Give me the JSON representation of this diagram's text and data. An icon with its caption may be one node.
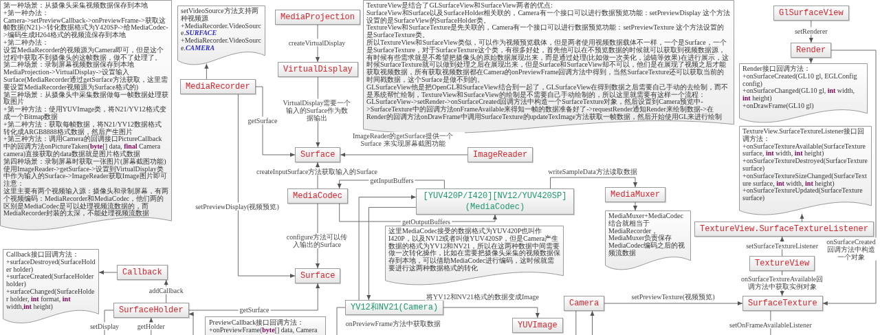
{
  "diagram": {
    "nodes": [
      {
        "text": [
          "第一种场景：从摄像头采集视频数据保存到本地",
          "+第一种办法：",
          "Camera->setPreviewCallback->onPreviewFrame->获取这帧数据(N21)->转化数据格式为Y420SP->给MediaCodec->编码生成H264格式的视频流保存到本地",
          "+第二种办法：",
          "设置MediaRecorder的视频源为Camera即可，但是这个过程中获取不到摄像头的这帧数据，做不了处理了。",
          "第二种场景：录制屏幕视频数据保存到本地",
          "MediaProjection->VirtualDisplay->设置输入Surface(MediaRecorder通过getSurface方法获取，这里需要设置MediaRecorder视频源为Surface格式的)",
          "第三种场景：从摄像头中采集数据做每一帧数据处理获取图片",
          "+第一种方法：使用YUVImage类，将N21/YV12格式变成一个Bitmap数据",
          "+第二种方法：获取每帧数据，将N21/YV12数据格式转化成ARGB8888格式数据，然后产生图片",
          "+第三种方法：调用Camera的回调接口PictureCallback中的回调方法onPictureTaken(**byte**[] data, **final** Camera camera)直接获取的data数据就是图片格式数据",
          "第四种场景：录制屏幕时获取一张图片(屏幕截图功能)",
          "使用ImageReader->getSurface->设置到VirtualDisplay类中作为输入的Surface->ImageReader获取Image图片即可",
          "注意：",
          "这里主要有两个视频输入源：摄像头和录制屏幕，有两个视频编码：MediaRecorder和MediaCodec，他们两的区别是MediaCodec是可以处理视频流数据的，而MediaRecorder封装的太深，不能处理视频流数据"
        ]
      },
      {
        "text": [
          "setVideoSource方法支持两种视频源",
          "+MediaRecorder.VideoSource.*SURFACE*",
          "+MediaRecorder.VideoSource.*CAMERA*"
        ]
      },
      {
        "text": [
          "MediaProjection"
        ]
      },
      {
        "text": [
          "MediaRecorder"
        ]
      },
      {
        "text": [
          "VirtualDisplay"
        ]
      },
      {
        "text": [
          "Surface"
        ]
      },
      {
        "text": [
          "ImageReader"
        ]
      },
      {
        "text": [
          "TextureView是结合了GLSurfaceView和SurfaceView两者的优点:",
          "SurfaceView和Surface以及SurfaceHolder相关联的，Camera有一个接口可以进行数据预览功能：setPreviewDisplay 这个方法设置的是SurfaceView的SurfaceHolder类。",
          "TextureView和SurfaceTexture是先关联的，Camera有一个接口可以进行数据预览功能：setPreviewTexture 这个方法设置的是SurfaceTexture类。",
          "所以TextureView和SurfaceView类似，可以作为视频预览载体，但是两者使用视频数据载体不一样，一个是Surface，一个是SurfaceTexture，对于SurfaceTexture这个类，有很多好处，首先他可以在不预览数据的时候就可以获取到视频数据源，有时候有些需求就是不希望把摄像头的原始数据展现出来，而是通过处理(比如做一次美化，滤镜等效果)在进行展示，这时候SurfaceTexture就可以做到处理之后在展现出来，但是Surface和SurfaceView却不可以，他们是在展现了视频之后才能获取视频数据，所有获取视频数据都在Camera的onPreviewFrame回调方法中得到，当然SurfaceTexture还可以获取当前的时间戳数据，这个Surface是做不到的。",
          "GLSurfaceView他是把OpenGL和SurfaceView结合到一起了，GLSurfaceView在得到数据之后需要自己手动的去绘制，而不是系统帮忙绘制，TextureView和SurfaceView的绘制是不需要自己手动绘制的，所以这里就需要有这样一个流程：",
          "GLSurfaceView->setRender->onSurfaceCreated回调方法中构造一个SurfaceTexture对象，然后设置到Camera预览中->SurfaceTexture中的回调方法onFrameAvailable来得知一帧的数据准备好了->requestRender通知Render来绘制数据->在Render的回调方法onDrawFrame中调用SurfaceTexture的updateTexImage方法获取一帧数据，然后开始使用GL来进行绘制"
        ]
      },
      {
        "text": [
          "GlSurfaceView"
        ]
      },
      {
        "text": [
          "Render"
        ]
      },
      {
        "text": [
          "Render接口回调方法：",
          "+onSurfaceCreated(GL10 gl, EGLConfig config)",
          "+onSurfaceChanged(GL10 gl, **int** width, **int** height)",
          "+onDrawFrame(GL10 gl)"
        ]
      },
      {
        "text": [
          "TextureView.SurfaceTextureListener接口回调方法：",
          "+onSurfaceTextureAvailable(SurfaceTexture surface, **int** width, **int** height)",
          "+onSurfaceTextureDestroyed(SurfaceTexture surface)",
          "+onSurfaceTextureSizeChanged(SurfaceTexture surface, **int** width, **int** height)",
          "+onSurfaceTextureUpdated(SurfaceTexture surface)"
        ]
      },
      {
        "text": [
          "MediaCodec"
        ]
      },
      {
        "text": [
          "[YUV420P/I420][NV12/YUV420SP] (MediaCodec)"
        ]
      },
      {
        "text": [
          "MediaMuxer"
        ]
      },
      {
        "text": [
          "MediaMuxer+MediaCodec结合就相当于MediaRecorder，MediaMuxer负责保存MediaCodec编码之后的视频流数据"
        ]
      },
      {
        "text": [
          "TextureView.SurfaceTextureListener"
        ]
      },
      {
        "text": [
          "TextureView"
        ]
      },
      {
        "text": [
          "这里MediaCodec接受的数据格式为YUV420P也叫作I420P，以及NV12或者叫做YUV420SP，但是Camera产生数据的格式为YV12和NV21，所以在这两种数据中间需要做一次转化操作，比如在需要把摄像头采集的视频数据保存到本地，可以借助MediaCodec进行编码，这时候就需要进行这两种数据格式的转化"
        ]
      },
      {
        "text": [
          "Callback接口回调方法：",
          "+surfaceDestroyed(SurfaceHolder holder)",
          "+surfaceCreated(SurfaceHolder holder)",
          "+surfaceChanged(SurfaceHolder holder, **int** format, **int** width,**int** height)"
        ]
      },
      {
        "text": [
          "Callback"
        ]
      },
      {
        "text": [
          "Surface"
        ]
      },
      {
        "text": [
          "SurfaceTexture"
        ]
      },
      {
        "text": [
          "SurfaceHolder"
        ]
      },
      {
        "text": [
          "YV12和NV21(Camera)"
        ]
      },
      {
        "text": [
          "Camera"
        ]
      },
      {
        "text": [
          "YUVImage"
        ]
      },
      {
        "text": [
          "PreviewCallback接口回调方法：",
          "+onPreviewFrame(**byte**[] data, Camera"
        ]
      }
    ],
    "edges": [
      {
        "from": 3,
        "to": 1,
        "arrow": "to"
      },
      {
        "from": 2,
        "to": 4,
        "arrow": "to",
        "label": "createVirtualDisplay"
      },
      {
        "from": 4,
        "to": 5,
        "arrow": "to",
        "label": "VirtualDisplay需要一个输入的Surface作为数据输出"
      },
      {
        "from": 3,
        "to": 5,
        "arrow": "to",
        "label": "getSurface"
      },
      {
        "from": 6,
        "to": 5,
        "arrow": "to",
        "label": "ImageReader的getSurface提供一个Surface 来实现屏幕截图功能"
      },
      {
        "from": 12,
        "to": 5,
        "arrow": "to",
        "label": "createInputSurface方法获取输入的Surface"
      },
      {
        "from": 12,
        "to": 21,
        "arrow": "to",
        "label": "configure方法可以传入输出的Surface"
      },
      {
        "from": 3,
        "to": 21,
        "arrow": "to",
        "label": "setPreviewDisplay(视频预览)"
      },
      {
        "from": 23,
        "to": 21,
        "arrow": "to",
        "label": "getSurface"
      },
      {
        "from": 23,
        "to": 20,
        "arrow": "to",
        "label": "addCallback"
      },
      {
        "from": 20,
        "to": 19,
        "arrow": "to"
      },
      {
        "from": 23,
        "to": null,
        "arrow": "none",
        "label": "setDisplay"
      },
      {
        "from": null,
        "to": 23,
        "arrow": "to",
        "label": "getHolder"
      },
      {
        "from": null,
        "to": 23,
        "arrow": "to"
      },
      {
        "from": 13,
        "to": 12,
        "arrow": "to",
        "label": "getInputBuffers"
      },
      {
        "from": 12,
        "to": 13,
        "arrow": "to",
        "label": "getOutputBuffers"
      },
      {
        "from": 24,
        "to": 13,
        "arrow": "to"
      },
      {
        "from": 13,
        "to": 24,
        "arrow": "to"
      },
      {
        "from": 13,
        "to": 14,
        "arrow": "to",
        "label": "writeSampleData方法读取数据"
      },
      {
        "from": 14,
        "to": 15,
        "arrow": "to"
      },
      {
        "from": 24,
        "to": 26,
        "arrow": "to",
        "label": "将YV12和NV21格式的数据变成Image"
      },
      {
        "from": null,
        "to": 24,
        "arrow": "none",
        "label": "onPreviewFrame方法中获取数据"
      },
      {
        "from": 8,
        "to": 9,
        "arrow": "to",
        "label": "setRenderer"
      },
      {
        "from": 9,
        "to": 10,
        "arrow": "to"
      },
      {
        "from": 9,
        "to": 22,
        "arrow": "to",
        "label": "onSurfaceCreated回调方法中构造一个对象"
      },
      {
        "from": 17,
        "to": 16,
        "arrow": "to",
        "label": "setSurfaceTextureListener"
      },
      {
        "from": 16,
        "to": 11,
        "arrow": "to"
      },
      {
        "from": 17,
        "to": 22,
        "arrow": "to",
        "label": "onSurfaceTextureAvailable回调方法中获取实例对象"
      },
      {
        "from": 25,
        "to": 22,
        "arrow": "to",
        "label": "setPreviewTexture(视频预览)"
      },
      {
        "from": 22,
        "to": null,
        "arrow": "none",
        "label": "setOnFrameAvailableListener"
      },
      {
        "from": 25,
        "to": null,
        "arrow": "none"
      },
      {
        "from": null,
        "to": 25,
        "arrow": "to"
      }
    ]
  }
}
